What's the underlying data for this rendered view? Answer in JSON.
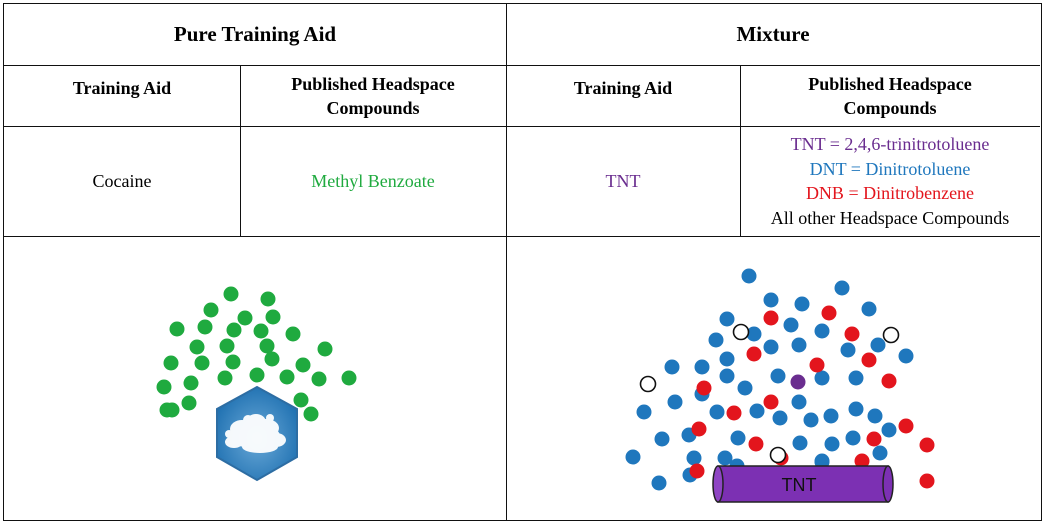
{
  "colors": {
    "green": "#1faa3f",
    "blue": "#1f77bd",
    "red": "#e3151d",
    "purple": "#6a2d8f",
    "cylinder": "#7c30b3",
    "hex_border": "#2d6da3"
  },
  "headers": {
    "pure": "Pure Training Aid",
    "mixture": "Mixture"
  },
  "subheaders": {
    "pure_aid": "Training Aid",
    "pure_compounds": "Published Headspace Compounds",
    "mix_aid": "Training Aid",
    "mix_compounds": "Published Headspace Compounds"
  },
  "rows": {
    "pure_aid": "Cocaine",
    "pure_compound": "Methyl Benzoate",
    "mix_aid": "TNT",
    "legend": [
      {
        "text": "TNT = 2,4,6-trinitrotoluene",
        "color": "purple"
      },
      {
        "text": "DNT = Dinitrotoluene",
        "color": "blue"
      },
      {
        "text": "DNB = Dinitrobenzene",
        "color": "red"
      },
      {
        "text": "All other Headspace Compounds",
        "color": "black"
      }
    ]
  },
  "illustrations": {
    "cylinder_label": "TNT",
    "cocaine_icon": "cocaine-powder-hexagon-icon",
    "tnt_icon": "tnt-cylinder-icon"
  }
}
